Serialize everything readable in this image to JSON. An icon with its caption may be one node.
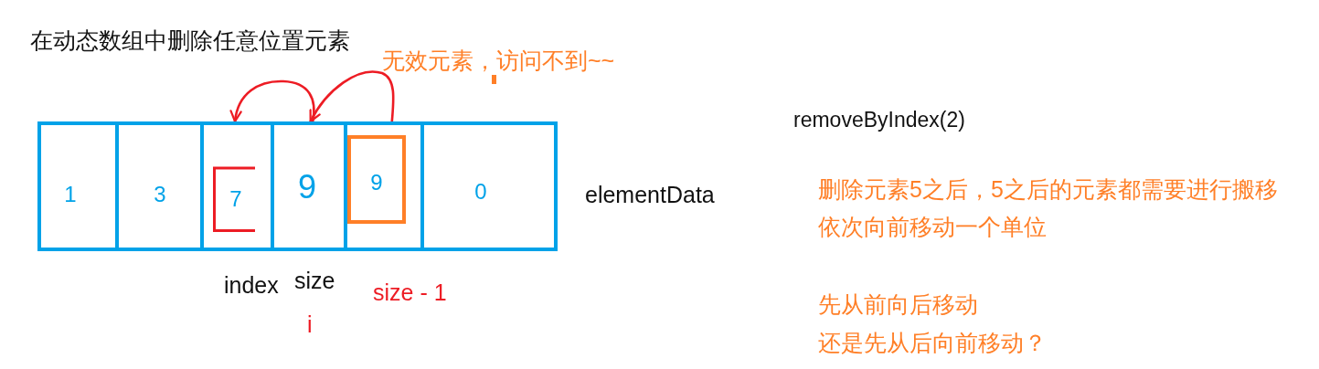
{
  "diagram": {
    "title": "在动态数组中删除任意位置元素",
    "nodes": [
      {
        "text": [
          "1"
        ]
      },
      {
        "text": [
          "3"
        ]
      },
      {
        "text": [
          "7"
        ]
      },
      {
        "text": [
          "9"
        ]
      },
      {
        "text": [],
        "shape": "box"
      },
      {
        "text": [
          "9"
        ],
        "in": 4
      },
      {
        "text": [
          "0"
        ]
      }
    ],
    "edges": [
      {
        "from": 3,
        "to": 2,
        "arrow": "to"
      },
      {
        "from": 4,
        "to": 3,
        "arrow": "to"
      }
    ],
    "labels": [
      "无效元素，访问不到~~",
      "removeByIndex(2)",
      "elementData",
      "删除元素5之后，5之后的元素都需要进行搬移",
      "依次向前移动一个单位",
      "index",
      "size",
      "size - 1",
      "i",
      "先从前向后移动",
      "还是先从后向前移动？"
    ]
  }
}
